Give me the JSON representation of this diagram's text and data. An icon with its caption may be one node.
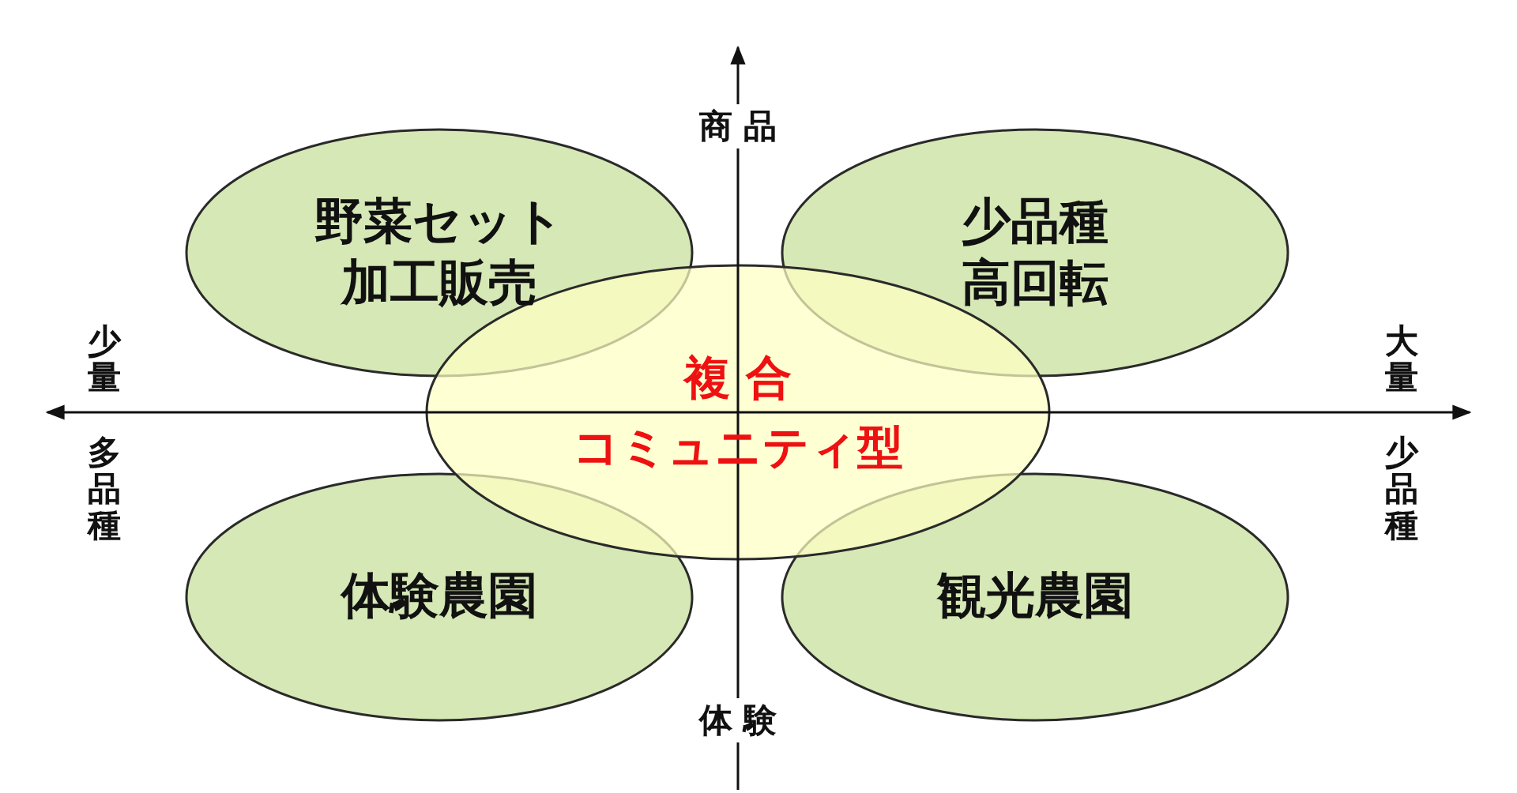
{
  "diagram": {
    "nodes": [
      {
        "text": [
          "野菜セット加工販売"
        ]
      },
      {
        "text": [
          "少品種高回転"
        ]
      },
      {
        "text": [
          "体験農園"
        ]
      },
      {
        "text": [
          "観光農園"
        ]
      },
      {
        "text": [
          "複 合",
          "コミュニティ型"
        ]
      }
    ],
    "labels": [
      "商 品",
      "少量",
      "多品種",
      "大量",
      "少品種",
      "体 験"
    ]
  }
}
